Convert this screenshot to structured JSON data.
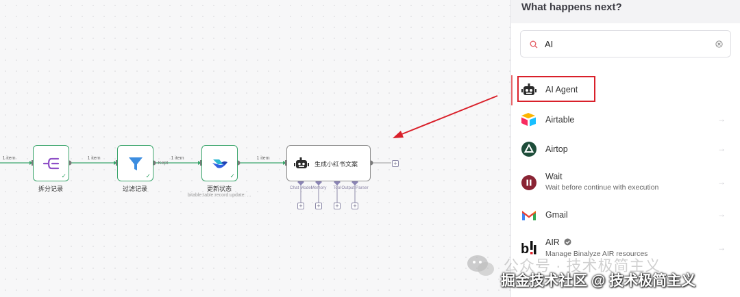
{
  "canvas": {
    "connections": [
      {
        "label": "1 item"
      },
      {
        "label": "1 item"
      },
      {
        "label": "1 item"
      },
      {
        "label": "1 item"
      }
    ],
    "kept_label": "Kept",
    "nodes": [
      {
        "label": "拆分记录",
        "icon": "split-icon",
        "color": "#8e4fc7"
      },
      {
        "label": "过滤记录",
        "icon": "filter-icon",
        "color": "#3c8de0"
      },
      {
        "label": "更新状态",
        "icon": "lark-icon",
        "subtitle": "bitable:table:record:update: ..."
      },
      {
        "label": "生成小红书文案",
        "icon": "robot-icon"
      }
    ],
    "agent_ports": [
      "Chat Model",
      "Memory",
      "Tool",
      "Output Parser"
    ]
  },
  "panel": {
    "title": "What happens next?",
    "search": {
      "value": "AI",
      "icon": "search-icon",
      "clear_icon": "clear-icon"
    },
    "items": [
      {
        "name": "AI Agent",
        "icon": "robot-icon"
      },
      {
        "name": "Airtable",
        "icon": "airtable-icon"
      },
      {
        "name": "Airtop",
        "icon": "airtop-icon"
      },
      {
        "name": "Wait",
        "desc": "Wait before continue with execution",
        "icon": "pause-icon"
      },
      {
        "name": "Gmail",
        "icon": "gmail-icon"
      },
      {
        "name": "AIR",
        "desc": "Manage Binalyze AIR resources",
        "icon": "binalyze-icon"
      }
    ],
    "accent": "#d9202a"
  },
  "watermark": {
    "line1": "公众号 · 技术极简主义",
    "line2": "掘金技术社区 @ 技术极简主义"
  }
}
